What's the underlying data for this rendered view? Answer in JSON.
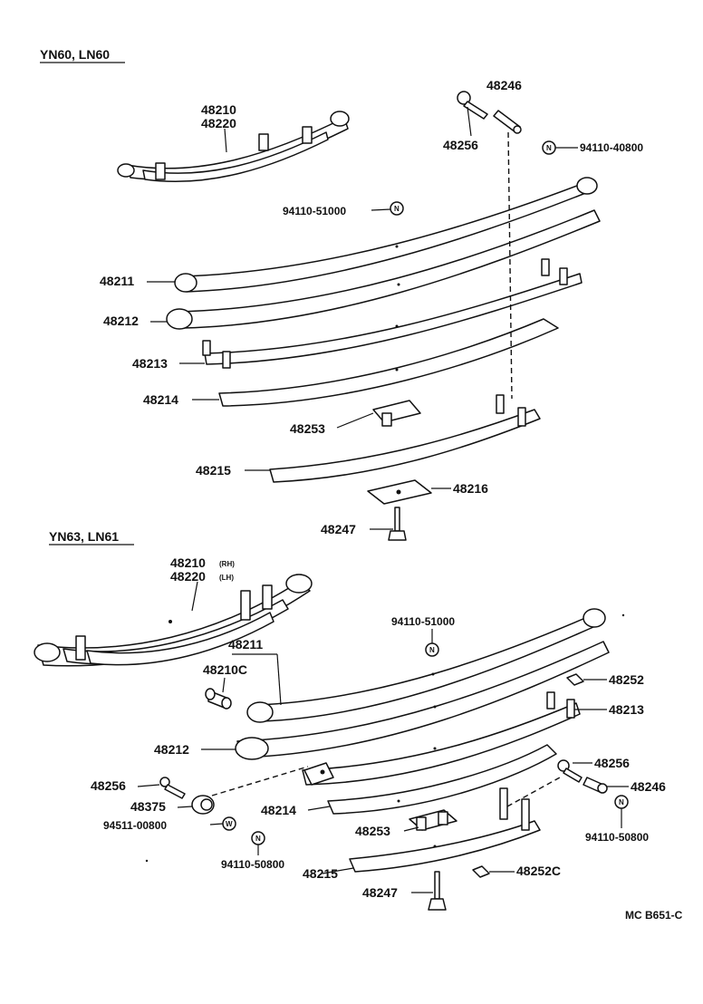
{
  "sections": {
    "upper": {
      "title": "YN60, LN60"
    },
    "lower": {
      "title": "YN63, LN61"
    }
  },
  "parts_upper": {
    "p48210": "48210",
    "p48220": "48220",
    "p48246": "48246",
    "p48256": "48256",
    "p94110_40800": "94110-40800",
    "p94110_51000": "94110-51000",
    "p48211": "48211",
    "p48212": "48212",
    "p48213": "48213",
    "p48214": "48214",
    "p48253": "48253",
    "p48215": "48215",
    "p48216": "48216",
    "p48247": "48247"
  },
  "parts_lower": {
    "p48210": "48210",
    "rh": "(RH)",
    "p48220": "48220",
    "lh": "(LH)",
    "p94110_51000": "94110-51000",
    "p48211": "48211",
    "p48210c": "48210C",
    "p48252": "48252",
    "p48213": "48213",
    "p48212": "48212",
    "p48256_r": "48256",
    "p48256_l": "48256",
    "p48246": "48246",
    "p48375": "48375",
    "p48214": "48214",
    "p94511_00800": "94511-00800",
    "p94110_50800_r": "94110-50800",
    "p48253": "48253",
    "p94110_50800_l": "94110-50800",
    "p48215": "48215",
    "p48252c": "48252C",
    "p48247": "48247"
  },
  "symbols": {
    "nut": "N",
    "washer": "W"
  },
  "footer": {
    "code": "MC B651-C"
  }
}
